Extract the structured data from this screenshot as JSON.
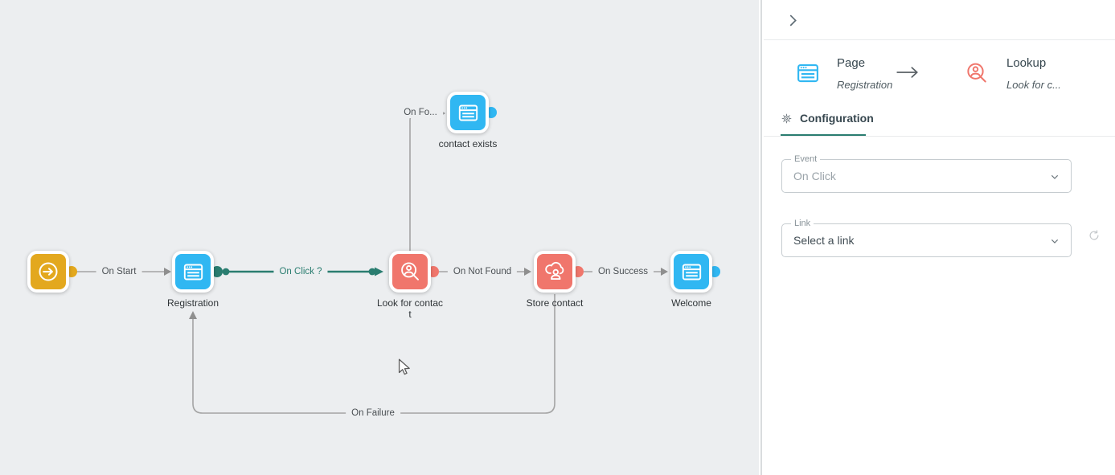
{
  "canvas": {
    "background": "#eceef0",
    "colors": {
      "page_blue": "#30b7f2",
      "action_red": "#f0766c",
      "start_yellow": "#e3a81e",
      "edge_gray": "#a4a4a4",
      "edge_active_teal": "#2a7d70"
    },
    "nodes": [
      {
        "id": "start",
        "type": "start",
        "label": ""
      },
      {
        "id": "registration",
        "type": "page",
        "label": "Registration"
      },
      {
        "id": "contact_exists",
        "type": "page",
        "label": "contact exists"
      },
      {
        "id": "look_for_contact",
        "type": "lookup",
        "label": "Look for contact"
      },
      {
        "id": "store_contact",
        "type": "store-contact",
        "label": "Store contact"
      },
      {
        "id": "welcome",
        "type": "page",
        "label": "Welcome"
      }
    ],
    "edges": [
      {
        "id": "on_start",
        "label": "On Start"
      },
      {
        "id": "on_click",
        "label": "On Click ?",
        "active": true
      },
      {
        "id": "on_found",
        "label": "On Fo..."
      },
      {
        "id": "on_not_found",
        "label": "On Not Found"
      },
      {
        "id": "on_success",
        "label": "On Success"
      },
      {
        "id": "on_failure",
        "label": "On Failure"
      }
    ]
  },
  "panel": {
    "source": {
      "type": "Page",
      "name": "Registration"
    },
    "target": {
      "type": "Lookup",
      "name": "Look for c..."
    },
    "tab": {
      "label": "Configuration"
    },
    "fields": {
      "event": {
        "label": "Event",
        "value": "On Click"
      },
      "link": {
        "label": "Link",
        "placeholder": "Select a link"
      }
    }
  }
}
